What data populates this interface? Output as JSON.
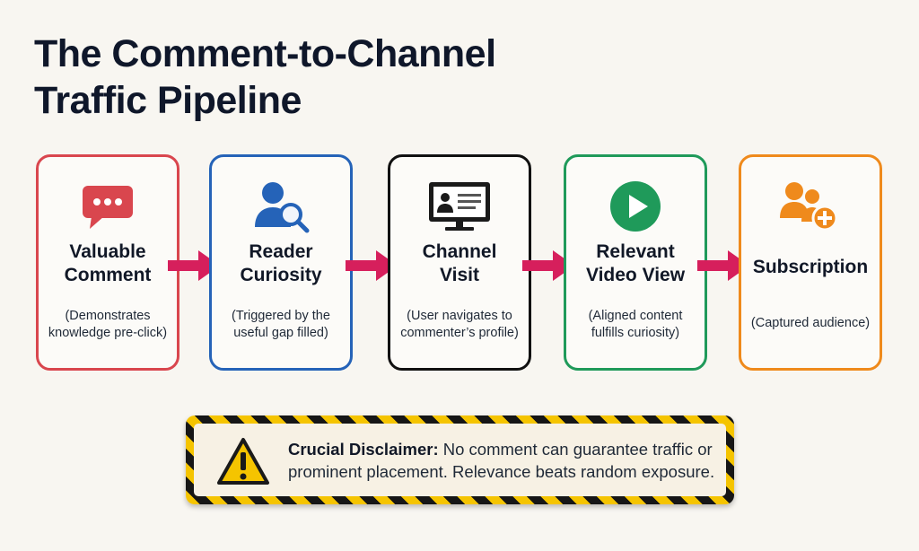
{
  "title": {
    "line1": "The Comment-to-Channel",
    "line2": "Traffic Pipeline"
  },
  "steps": [
    {
      "label_lines": [
        "Valuable",
        "Comment"
      ],
      "desc_lines": [
        "(Demonstrates",
        "knowledge pre-click)"
      ],
      "color": "#d9464e",
      "icon": "chat-bubble-icon"
    },
    {
      "label_lines": [
        "Reader",
        "Curiosity"
      ],
      "desc_lines": [
        "(Triggered by the",
        "useful gap filled)"
      ],
      "color": "#2563b8",
      "icon": "user-search-icon"
    },
    {
      "label_lines": [
        "Channel",
        "Visit"
      ],
      "desc_lines": [
        "(User navigates to",
        "commenter’s profile)"
      ],
      "color": "#111111",
      "icon": "monitor-profile-icon"
    },
    {
      "label_lines": [
        "Relevant",
        "Video View"
      ],
      "desc_lines": [
        "(Aligned content",
        "fulfills curiosity)"
      ],
      "color": "#1f9a5a",
      "icon": "play-button-icon"
    },
    {
      "label_lines": [
        "Subscription"
      ],
      "desc_lines": [
        "(Captured audience)"
      ],
      "color": "#ef8a1c",
      "icon": "add-user-icon"
    }
  ],
  "arrow_color": "#d61f5c",
  "disclaimer": {
    "heading": "Crucial Disclaimer:",
    "body": " No comment can guarantee traffic or prominent placement. Relevance beats random exposure.",
    "icon": "warning-triangle-icon"
  }
}
